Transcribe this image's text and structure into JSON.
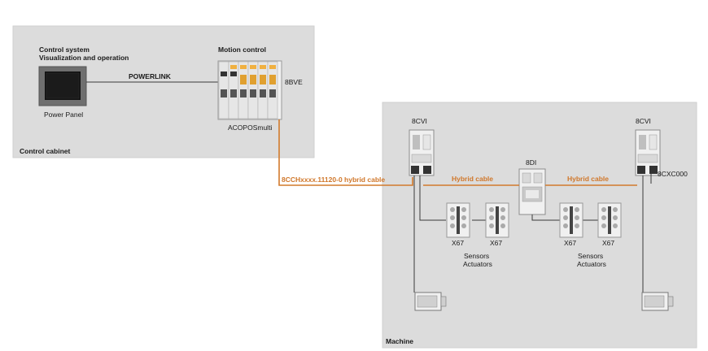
{
  "colors": {
    "panel_bg": "#dcdcdc",
    "panel_border": "#c9c9c9",
    "hybrid_cable": "#d27a2c",
    "line": "#3a3a3a",
    "device_body": "#f2f2f2",
    "accent_orange": "#e8a020"
  },
  "control_cabinet": {
    "title": "Control cabinet",
    "system_title_line1": "Control system",
    "system_title_line2": "Visualization and operation",
    "power_panel_label": "Power Panel",
    "network_label": "POWERLINK",
    "motion_title": "Motion control",
    "drive_model": "8BVE",
    "drive_system": "ACOPOSmulti"
  },
  "machine": {
    "title": "Machine",
    "left_inverter": "8CVI",
    "right_inverter": "8CVI",
    "distributor": "8DI",
    "cable_left": "Hybrid cable",
    "cable_right": "Hybrid cable",
    "connector_label": "8CXC000",
    "io_modules": [
      "X67",
      "X67",
      "X67",
      "X67"
    ],
    "sensors_left_line1": "Sensors",
    "sensors_left_line2": "Actuators",
    "sensors_right_line1": "Sensors",
    "sensors_right_line2": "Actuators"
  },
  "cable_main_label": "8CCHxxxx.11120-0 hybrid cable",
  "icons": [
    "panel-pc-icon",
    "drive-module-icon",
    "inverter-icon",
    "distributor-icon",
    "io-module-icon",
    "motor-icon"
  ]
}
